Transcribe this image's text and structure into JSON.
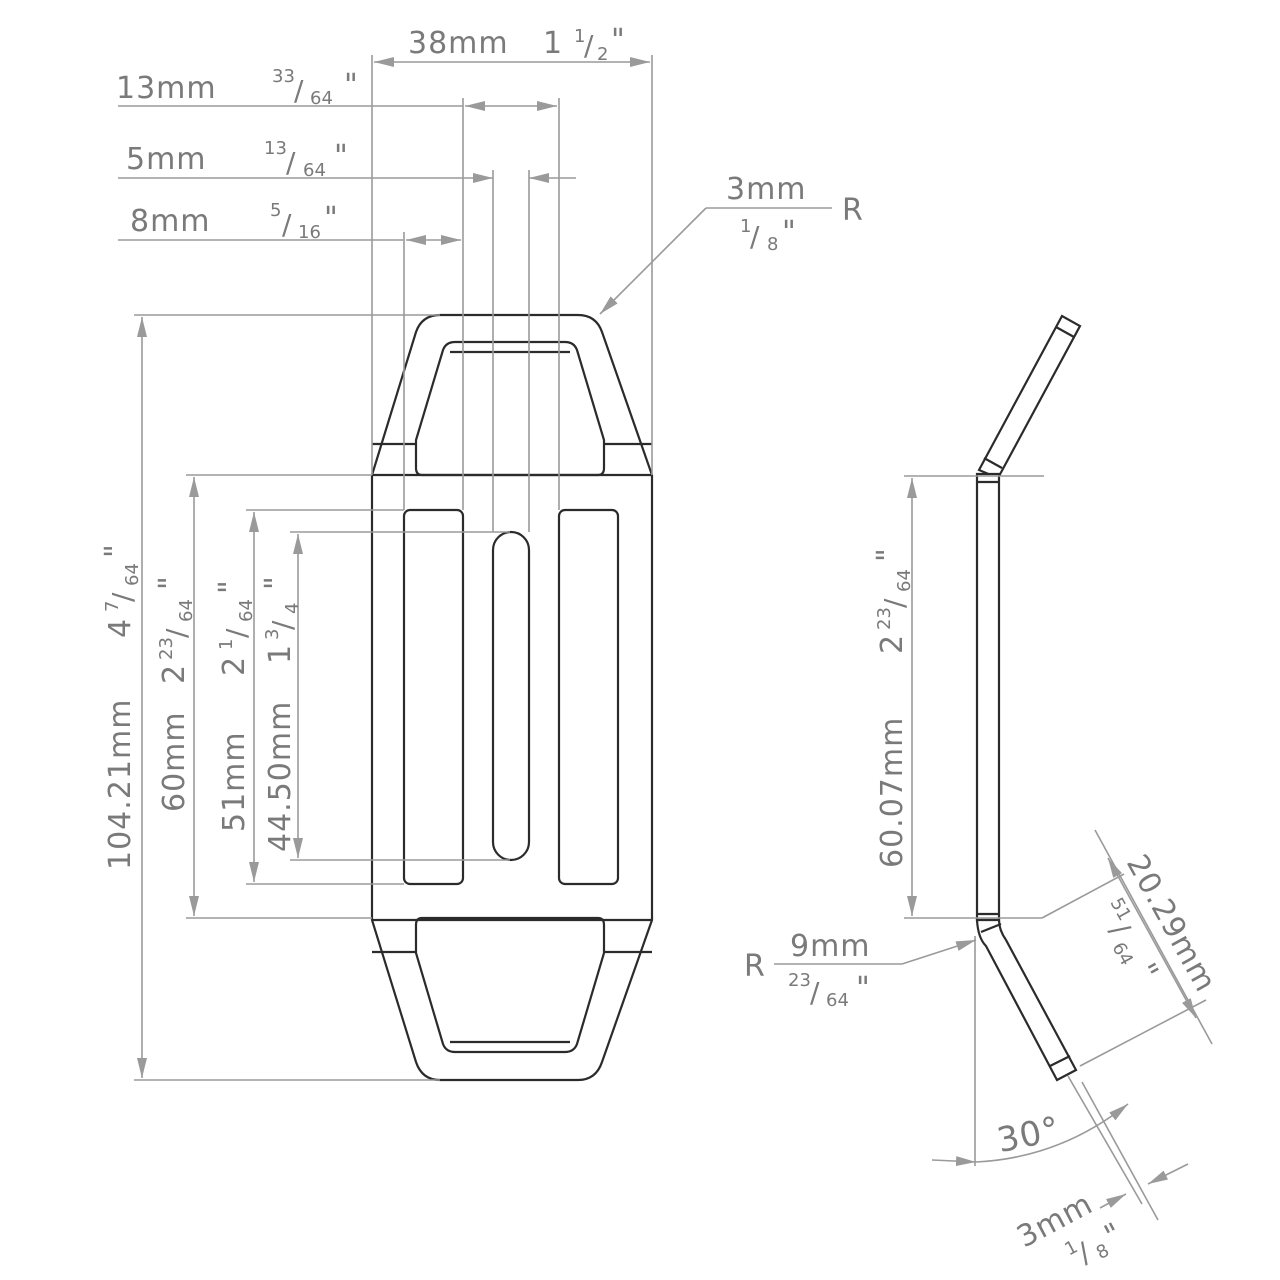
{
  "colors": {
    "dimension": "#9a9a9a",
    "part": "#2b2b2b",
    "text": "#7a7a7a"
  },
  "front_view": {
    "overall_width": {
      "metric": "38mm",
      "imperial_whole": "1",
      "num": "1",
      "den": "2",
      "unit": "\""
    },
    "slot_span": {
      "metric": "13mm",
      "num": "33",
      "den": "64",
      "unit": "\""
    },
    "center_slot_width": {
      "metric": "5mm",
      "num": "13",
      "den": "64",
      "unit": "\""
    },
    "side_offset": {
      "metric": "8mm",
      "num": "5",
      "den": "16",
      "unit": "\""
    },
    "corner_radius": {
      "metric": "3mm",
      "num": "1",
      "den": "8",
      "unit": "\"",
      "label": "R"
    },
    "overall_length": {
      "metric": "104.21mm",
      "imperial_whole": "4",
      "num": "7",
      "den": "64",
      "unit": "\""
    },
    "body_length": {
      "metric": "60mm",
      "imperial_whole": "2",
      "num": "23",
      "den": "64",
      "unit": "\""
    },
    "side_slot_length": {
      "metric": "51mm",
      "imperial_whole": "2",
      "num": "1",
      "den": "64",
      "unit": "\""
    },
    "center_slot_length": {
      "metric": "44.50mm",
      "imperial_whole": "1",
      "num": "3",
      "den": "4",
      "unit": "\""
    }
  },
  "side_view": {
    "straight_length": {
      "metric": "60.07mm",
      "imperial_whole": "2",
      "num": "23",
      "den": "64",
      "unit": "\""
    },
    "bend_radius": {
      "metric": "9mm",
      "num": "23",
      "den": "64",
      "unit": "\"",
      "label": "R"
    },
    "flange_length": {
      "metric": "20.29mm",
      "num": "51",
      "den": "64",
      "unit": "\""
    },
    "bend_angle": "30°",
    "thickness": {
      "metric": "3mm",
      "num": "1",
      "den": "8",
      "unit": "\""
    }
  }
}
